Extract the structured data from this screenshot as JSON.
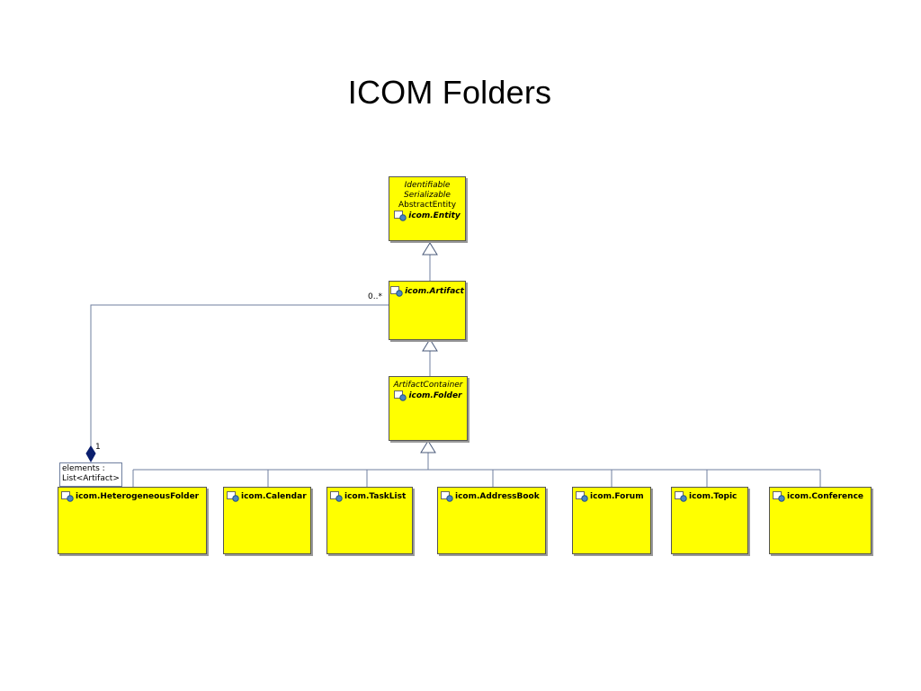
{
  "slide": {
    "title": "ICOM Folders"
  },
  "classes": {
    "entity": {
      "stereotypes": [
        "Identifiable",
        "Serializable",
        "AbstractEntity"
      ],
      "name": "icom.Entity"
    },
    "artifact": {
      "name": "icom.Artifact"
    },
    "folder": {
      "stereotypes": [
        "ArtifactContainer"
      ],
      "name": "icom.Folder"
    },
    "subclasses": [
      {
        "name": "icom.HeterogeneousFolder"
      },
      {
        "name": "icom.Calendar"
      },
      {
        "name": "icom.TaskList"
      },
      {
        "name": "icom.AddressBook"
      },
      {
        "name": "icom.Forum"
      },
      {
        "name": "icom.Topic"
      },
      {
        "name": "icom.Conference"
      }
    ]
  },
  "association": {
    "attribute_lines": [
      "elements :",
      "List<Artifact>"
    ],
    "multiplicity_artifact": "0..*",
    "multiplicity_folder": "1"
  },
  "colors": {
    "class_fill": "#ffff00",
    "line": "#6f7f9f",
    "diamond": "#0b1f6e"
  },
  "icons": {
    "class_icon": "class-icon"
  }
}
